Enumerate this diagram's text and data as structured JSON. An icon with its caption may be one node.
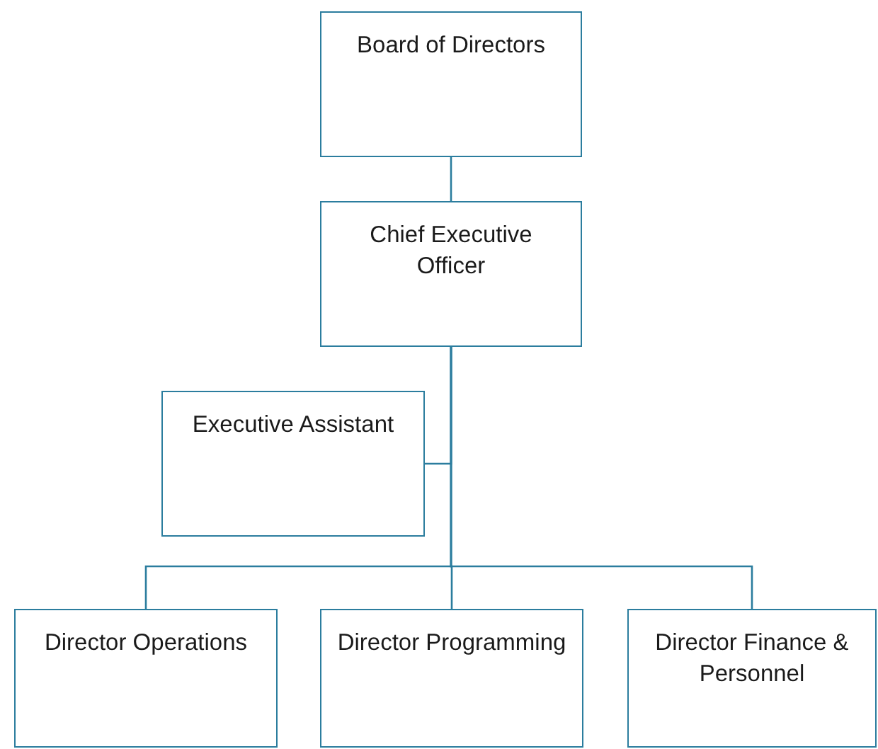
{
  "diagram": {
    "nodes": [
      {
        "text": [
          "Board of Directors"
        ]
      },
      {
        "text": [
          "Chief Executive Officer"
        ]
      },
      {
        "text": [
          "Executive Assistant"
        ]
      },
      {
        "text": [
          "Director Operations"
        ]
      },
      {
        "text": [
          "Director Programming"
        ]
      },
      {
        "text": [
          "Director Finance & Personnel"
        ]
      }
    ],
    "edges": [
      {
        "from": 0,
        "to": 1,
        "arrow": "none"
      },
      {
        "from": 1,
        "to": 2,
        "arrow": "none"
      },
      {
        "from": 1,
        "to": 3,
        "arrow": "none"
      },
      {
        "from": 1,
        "to": 4,
        "arrow": "none"
      },
      {
        "from": 1,
        "to": 5,
        "arrow": "none"
      }
    ]
  }
}
